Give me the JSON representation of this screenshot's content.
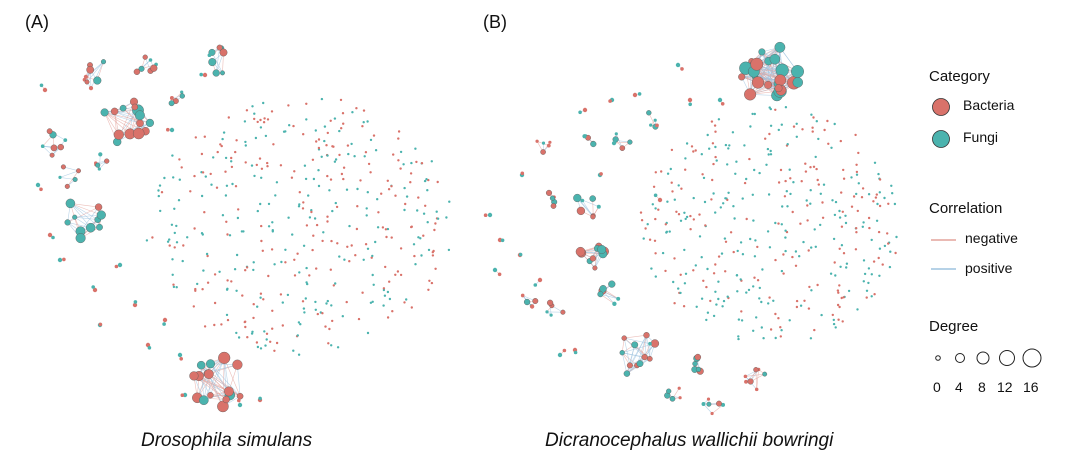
{
  "panels": [
    {
      "label": "(A)",
      "caption": "Drosophila simulans"
    },
    {
      "label": "(B)",
      "caption": "Dicranocephalus wallichii bowringi"
    }
  ],
  "legend": {
    "category_title": "Category",
    "categories": [
      {
        "label": "Bacteria",
        "color": "#D9726A"
      },
      {
        "label": "Fungi",
        "color": "#4BB3AE"
      }
    ],
    "correlation_title": "Correlation",
    "correlations": [
      {
        "label": "negative",
        "color": "#E3A39C"
      },
      {
        "label": "positive",
        "color": "#9EC3DF"
      }
    ],
    "degree_title": "Degree",
    "degree_values": [
      "0",
      "4",
      "8",
      "12",
      "16"
    ]
  }
}
